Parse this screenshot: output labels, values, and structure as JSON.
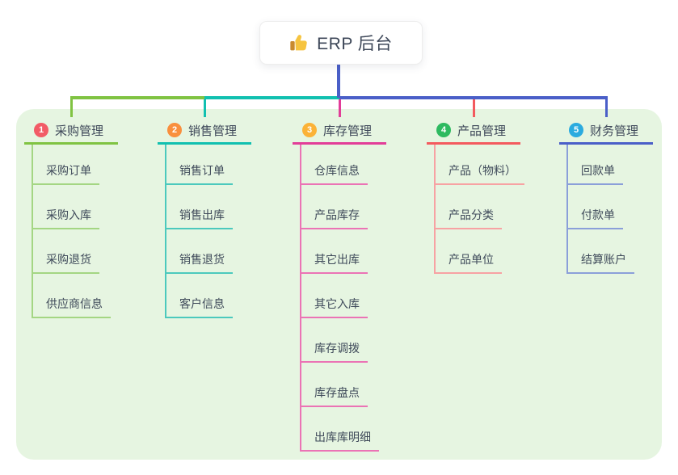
{
  "root": {
    "title": "ERP 后台",
    "icon": "thumbs-up-icon"
  },
  "branches": [
    {
      "badge": "1",
      "label": "采购管理",
      "color": "#80c342",
      "child_color": "#a4d683",
      "badge_color": "#f25b66",
      "children": [
        "采购订单",
        "采购入库",
        "采购退货",
        "供应商信息"
      ]
    },
    {
      "badge": "2",
      "label": "销售管理",
      "color": "#11c0b0",
      "child_color": "#4cc9bd",
      "badge_color": "#f98f3d",
      "children": [
        "销售订单",
        "销售出库",
        "销售退货",
        "客户信息"
      ]
    },
    {
      "badge": "3",
      "label": "库存管理",
      "color": "#e23d98",
      "child_color": "#eb73b5",
      "badge_color": "#fbb237",
      "children": [
        "仓库信息",
        "产品库存",
        "其它出库",
        "其它入库",
        "库存调拨",
        "库存盘点",
        "出库库明细"
      ]
    },
    {
      "badge": "4",
      "label": "产品管理",
      "color": "#f35a5e",
      "child_color": "#f7a2a3",
      "badge_color": "#2eba60",
      "children": [
        "产品（物料）",
        "产品分类",
        "产品单位"
      ]
    },
    {
      "badge": "5",
      "label": "财务管理",
      "color": "#4a5fc8",
      "child_color": "#8b9fd9",
      "badge_color": "#2babdf",
      "children": [
        "回款单",
        "付款单",
        "结算账户"
      ]
    }
  ],
  "colors": {
    "root_line": "#4a5fc8",
    "panel_bg": "#e6f5e1",
    "text": "#3e4859"
  }
}
